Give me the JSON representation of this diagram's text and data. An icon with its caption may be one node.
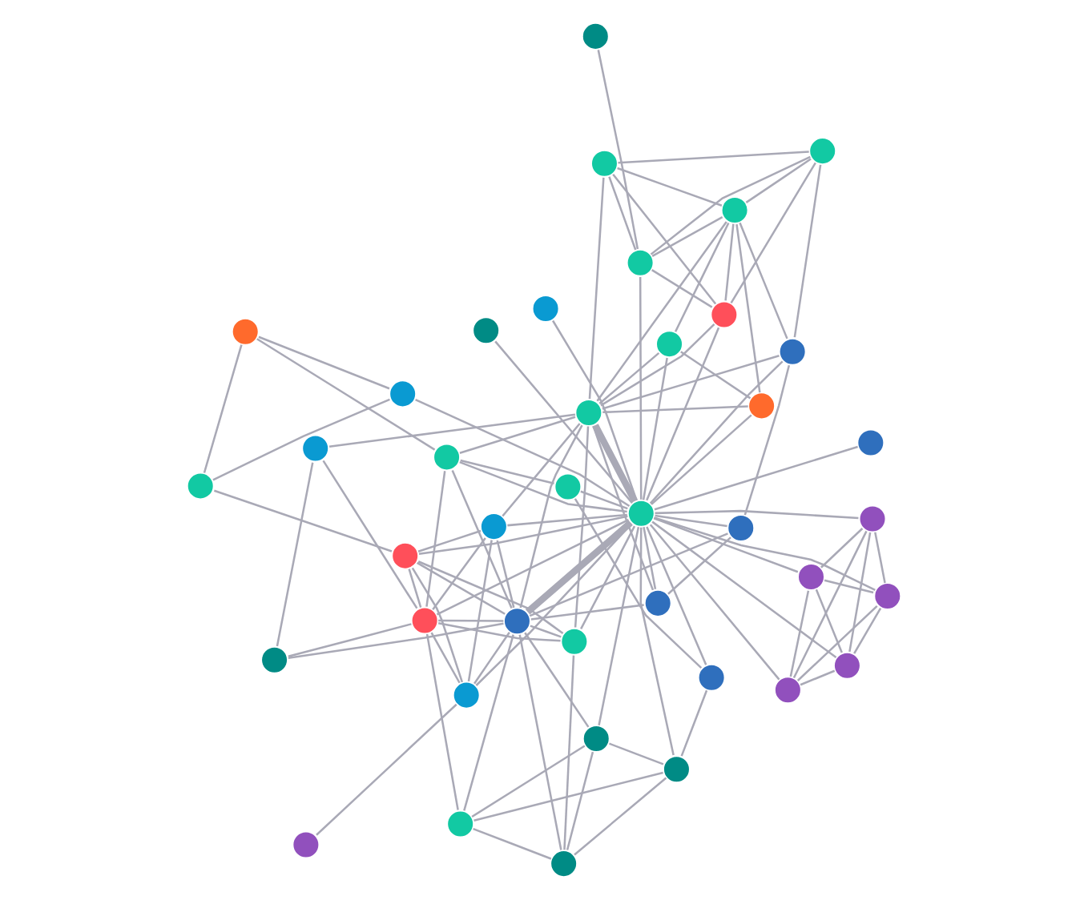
{
  "diagram": {
    "nodes": [
      {
        "text": [],
        "shape": "circle"
      },
      {
        "text": [],
        "shape": "circle"
      },
      {
        "text": [],
        "shape": "circle"
      },
      {
        "text": [],
        "shape": "circle"
      },
      {
        "text": [],
        "shape": "circle"
      },
      {
        "text": [],
        "shape": "circle"
      },
      {
        "text": [],
        "shape": "circle"
      },
      {
        "text": [],
        "shape": "circle"
      },
      {
        "text": [],
        "shape": "circle"
      },
      {
        "text": [],
        "shape": "circle"
      },
      {
        "text": [],
        "shape": "circle"
      },
      {
        "text": [],
        "shape": "circle"
      },
      {
        "text": [],
        "shape": "circle"
      },
      {
        "text": [],
        "shape": "circle"
      },
      {
        "text": [],
        "shape": "circle"
      },
      {
        "text": [],
        "shape": "circle"
      },
      {
        "text": [],
        "shape": "circle"
      },
      {
        "text": [],
        "shape": "circle"
      },
      {
        "text": [],
        "shape": "circle"
      },
      {
        "text": [],
        "shape": "circle"
      },
      {
        "text": [],
        "shape": "circle"
      },
      {
        "text": [],
        "shape": "circle"
      },
      {
        "text": [],
        "shape": "circle"
      },
      {
        "text": [],
        "shape": "circle"
      },
      {
        "text": [],
        "shape": "circle"
      },
      {
        "text": [],
        "shape": "circle"
      },
      {
        "text": [],
        "shape": "circle"
      },
      {
        "text": [],
        "shape": "circle"
      },
      {
        "text": [],
        "shape": "circle"
      },
      {
        "text": [],
        "shape": "circle"
      },
      {
        "text": [],
        "shape": "circle"
      },
      {
        "text": [],
        "shape": "circle"
      },
      {
        "text": [],
        "shape": "circle"
      },
      {
        "text": [],
        "shape": "circle"
      },
      {
        "text": [],
        "shape": "circle"
      },
      {
        "text": [],
        "shape": "circle"
      },
      {
        "text": [],
        "shape": "circle"
      },
      {
        "text": [],
        "shape": "circle"
      },
      {
        "text": [],
        "shape": "circle"
      },
      {
        "text": [],
        "shape": "circle"
      }
    ],
    "edges": [
      {
        "from": 1,
        "to": 2,
        "arrow": "none"
      },
      {
        "from": 1,
        "to": 4,
        "arrow": "none"
      },
      {
        "from": 1,
        "to": 6,
        "arrow": "none"
      },
      {
        "from": 1,
        "to": 7,
        "arrow": "none"
      },
      {
        "from": 1,
        "to": 20,
        "arrow": "none"
      },
      {
        "from": 2,
        "to": 4,
        "arrow": "none"
      },
      {
        "from": 2,
        "to": 6,
        "arrow": "none"
      },
      {
        "from": 2,
        "to": 7,
        "arrow": "none"
      },
      {
        "from": 2,
        "to": 20,
        "arrow": "none"
      },
      {
        "from": 4,
        "to": 6,
        "arrow": "none"
      },
      {
        "from": 4,
        "to": 7,
        "arrow": "none"
      },
      {
        "from": 4,
        "to": 20,
        "arrow": "none"
      },
      {
        "from": 6,
        "to": 7,
        "arrow": "none"
      },
      {
        "from": 6,
        "to": 20,
        "arrow": "none"
      },
      {
        "from": 7,
        "to": 20,
        "arrow": "none"
      },
      {
        "from": 0,
        "to": 11,
        "arrow": "none"
      },
      {
        "from": 3,
        "to": 5,
        "arrow": "none"
      },
      {
        "from": 3,
        "to": 20,
        "arrow": "none"
      },
      {
        "from": 3,
        "to": 25,
        "arrow": "none"
      },
      {
        "from": 5,
        "to": 10,
        "arrow": "none"
      },
      {
        "from": 5,
        "to": 20,
        "arrow": "none"
      },
      {
        "from": 10,
        "to": 8,
        "arrow": "none"
      },
      {
        "from": 10,
        "to": 9,
        "arrow": "none"
      },
      {
        "from": 8,
        "to": 9,
        "arrow": "none"
      },
      {
        "from": 8,
        "to": 16,
        "arrow": "none"
      },
      {
        "from": 9,
        "to": 16,
        "arrow": "none"
      },
      {
        "from": 10,
        "to": 16,
        "arrow": "none"
      },
      {
        "from": 10,
        "to": 20,
        "arrow": "none"
      },
      {
        "from": 8,
        "to": 20,
        "arrow": "none"
      },
      {
        "from": 8,
        "to": 21,
        "arrow": "none"
      },
      {
        "from": 9,
        "to": 17,
        "arrow": "none"
      },
      {
        "from": 9,
        "to": 21,
        "arrow": "none"
      },
      {
        "from": 15,
        "to": 18,
        "arrow": "none"
      },
      {
        "from": 15,
        "to": 32,
        "arrow": "none"
      },
      {
        "from": 15,
        "to": 21,
        "arrow": "none"
      },
      {
        "from": 16,
        "to": 18,
        "arrow": "none"
      },
      {
        "from": 16,
        "to": 21,
        "arrow": "none"
      },
      {
        "from": 11,
        "to": 14,
        "arrow": "none"
      },
      {
        "from": 11,
        "to": 20,
        "arrow": "none"
      },
      {
        "from": 11,
        "to": 12,
        "arrow": "none"
      },
      {
        "from": 11,
        "to": 18,
        "arrow": "none"
      },
      {
        "from": 11,
        "to": 21,
        "arrow": "none"
      },
      {
        "from": 12,
        "to": 14,
        "arrow": "none"
      },
      {
        "from": 12,
        "to": 20,
        "arrow": "none"
      },
      {
        "from": 12,
        "to": 18,
        "arrow": "none"
      },
      {
        "from": 12,
        "to": 21,
        "arrow": "none"
      },
      {
        "from": 12,
        "to": 26,
        "arrow": "none"
      },
      {
        "from": 14,
        "to": 20,
        "arrow": "none"
      },
      {
        "from": 14,
        "to": 17,
        "arrow": "none"
      },
      {
        "from": 14,
        "to": 18,
        "arrow": "none"
      },
      {
        "from": 14,
        "to": 21,
        "arrow": "none"
      },
      {
        "from": 14,
        "to": 39,
        "arrow": "none"
      },
      {
        "from": 17,
        "to": 20,
        "arrow": "none"
      },
      {
        "from": 17,
        "to": 18,
        "arrow": "none"
      },
      {
        "from": 17,
        "to": 21,
        "arrow": "none"
      },
      {
        "from": 17,
        "to": 26,
        "arrow": "none"
      },
      {
        "from": 18,
        "to": 20,
        "arrow": "none"
      },
      {
        "from": 18,
        "to": 21,
        "arrow": "none"
      },
      {
        "from": 18,
        "to": 25,
        "arrow": "none"
      },
      {
        "from": 20,
        "to": 21,
        "arrow": "none",
        "style": "thick"
      },
      {
        "from": 20,
        "to": 22,
        "arrow": "none"
      },
      {
        "from": 21,
        "to": 22,
        "arrow": "none"
      },
      {
        "from": 22,
        "to": 23,
        "arrow": "none"
      },
      {
        "from": 22,
        "to": 31,
        "arrow": "none"
      },
      {
        "from": 20,
        "to": 23,
        "arrow": "none"
      },
      {
        "from": 23,
        "to": 26,
        "arrow": "none"
      },
      {
        "from": 21,
        "to": 26,
        "arrow": "none"
      },
      {
        "from": 20,
        "to": 25,
        "arrow": "none"
      },
      {
        "from": 21,
        "to": 25,
        "arrow": "none"
      },
      {
        "from": 25,
        "to": 26,
        "arrow": "none"
      },
      {
        "from": 25,
        "to": 30,
        "arrow": "none"
      },
      {
        "from": 20,
        "to": 26,
        "arrow": "none",
        "style": "thick"
      },
      {
        "from": 13,
        "to": 19,
        "arrow": "none"
      },
      {
        "from": 13,
        "to": 20,
        "arrow": "none"
      },
      {
        "from": 13,
        "to": 26,
        "arrow": "none"
      },
      {
        "from": 13,
        "to": 27,
        "arrow": "none"
      },
      {
        "from": 19,
        "to": 20,
        "arrow": "none"
      },
      {
        "from": 19,
        "to": 26,
        "arrow": "none"
      },
      {
        "from": 19,
        "to": 27,
        "arrow": "none"
      },
      {
        "from": 24,
        "to": 20,
        "arrow": "none"
      },
      {
        "from": 29,
        "to": 20,
        "arrow": "none"
      },
      {
        "from": 33,
        "to": 28,
        "arrow": "none"
      },
      {
        "from": 28,
        "to": 20,
        "arrow": "none"
      },
      {
        "from": 27,
        "to": 28,
        "arrow": "none"
      },
      {
        "from": 27,
        "to": 26,
        "arrow": "none"
      },
      {
        "from": 23,
        "to": 27,
        "arrow": "none"
      },
      {
        "from": 28,
        "to": 34,
        "arrow": "none"
      },
      {
        "from": 28,
        "to": 37,
        "arrow": "none"
      },
      {
        "from": 28,
        "to": 36,
        "arrow": "none"
      },
      {
        "from": 27,
        "to": 34,
        "arrow": "none"
      },
      {
        "from": 27,
        "to": 37,
        "arrow": "none"
      },
      {
        "from": 27,
        "to": 36,
        "arrow": "none"
      },
      {
        "from": 34,
        "to": 37,
        "arrow": "none"
      },
      {
        "from": 34,
        "to": 36,
        "arrow": "none"
      },
      {
        "from": 37,
        "to": 36,
        "arrow": "none"
      },
      {
        "from": 34,
        "to": 23,
        "arrow": "none"
      },
      {
        "from": 37,
        "to": 26,
        "arrow": "none"
      },
      {
        "from": 36,
        "to": 26,
        "arrow": "none"
      },
      {
        "from": 36,
        "to": 20,
        "arrow": "none"
      },
      {
        "from": 31,
        "to": 21,
        "arrow": "none"
      },
      {
        "from": 31,
        "to": 26,
        "arrow": "none"
      },
      {
        "from": 31,
        "to": 20,
        "arrow": "none"
      },
      {
        "from": 32,
        "to": 26,
        "arrow": "none"
      },
      {
        "from": 32,
        "to": 18,
        "arrow": "none"
      },
      {
        "from": 20,
        "to": 35,
        "arrow": "none"
      },
      {
        "from": 30,
        "to": 35,
        "arrow": "none"
      },
      {
        "from": 30,
        "to": 39,
        "arrow": "none"
      },
      {
        "from": 35,
        "to": 39,
        "arrow": "none"
      },
      {
        "from": 38,
        "to": 20,
        "arrow": "none"
      }
    ]
  }
}
